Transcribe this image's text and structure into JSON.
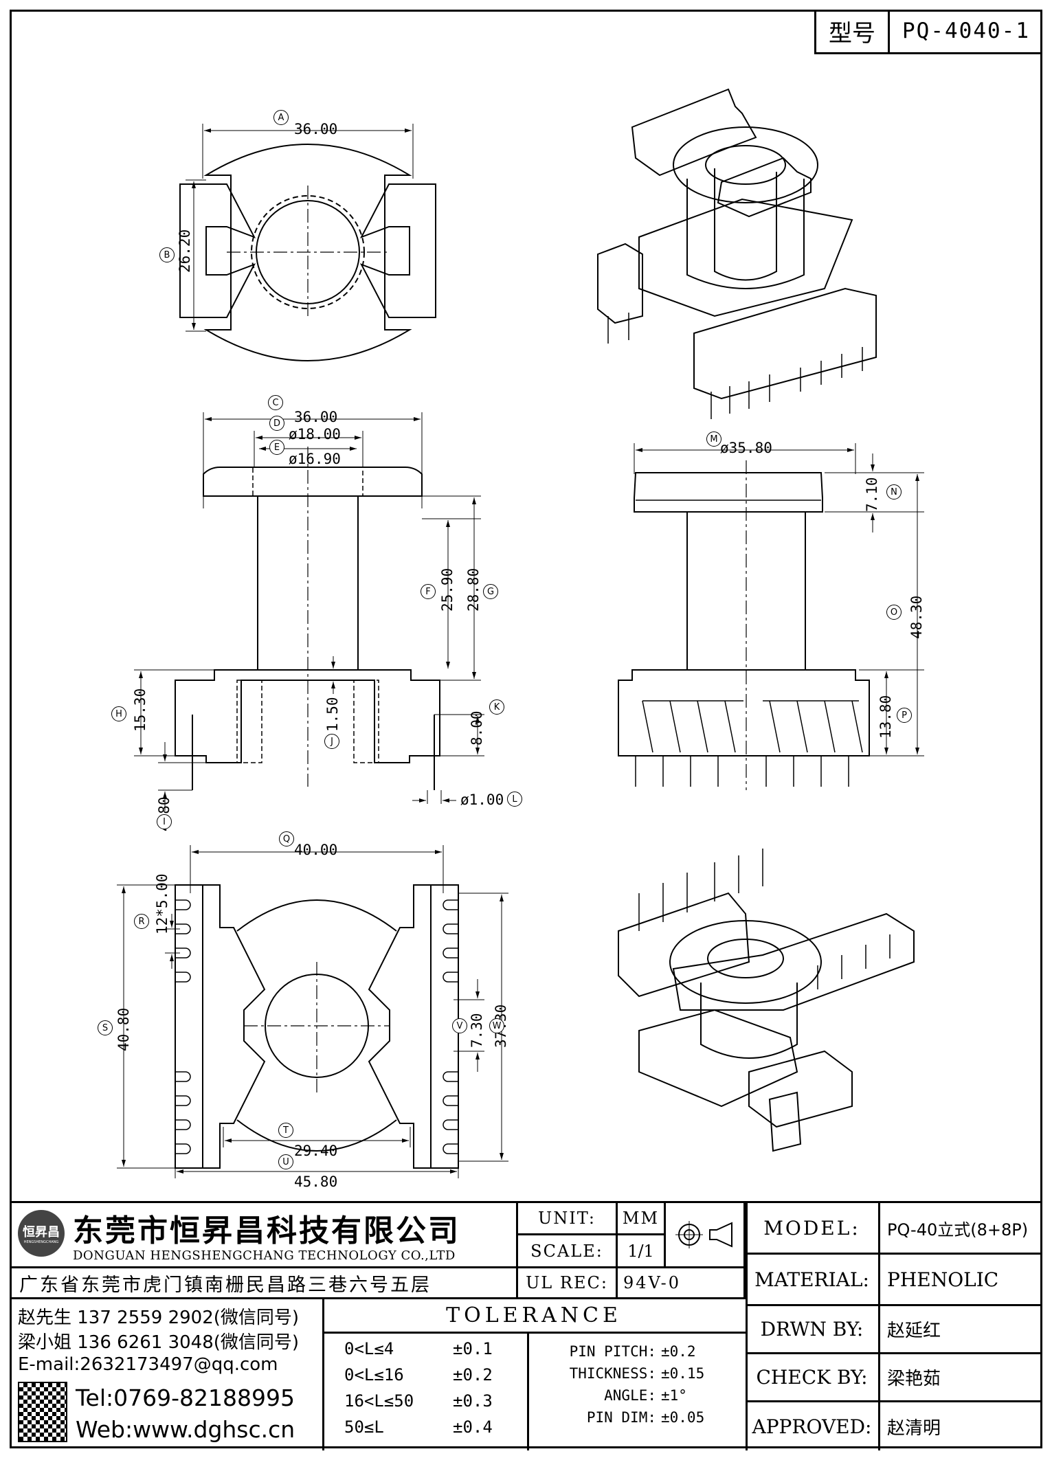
{
  "part": {
    "label": "型号",
    "number": "PQ-4040-1"
  },
  "dims": {
    "A": "36.00",
    "B": "26.20",
    "C": "36.00",
    "D": "ø18.00",
    "E": "ø16.90",
    "F": "25.90",
    "G": "28.80",
    "H": "15.30",
    "I": "4.80",
    "J": "1.50",
    "K": "8.00",
    "L": "ø1.00",
    "M": "ø35.80",
    "N": "7.10",
    "O": "48.30",
    "P": "13.80",
    "Q": "40.00",
    "R": "12*5.00",
    "S": "40.80",
    "T": "29.40",
    "U": "45.80",
    "V": "7.30",
    "W": "37.30"
  },
  "markers": {
    "A": "A",
    "B": "B",
    "C": "C",
    "D": "D",
    "E": "E",
    "F": "F",
    "G": "G",
    "H": "H",
    "I": "I",
    "J": "J",
    "K": "K",
    "L": "L",
    "M": "M",
    "N": "N",
    "O": "O",
    "P": "P",
    "Q": "Q",
    "R": "R",
    "S": "S",
    "T": "T",
    "U": "U",
    "V": "V",
    "W": "W"
  },
  "company": {
    "name_cn": "东莞市恒昇昌科技有限公司",
    "name_en": "DONGUAN HENGSHENGCHANG TECHNOLOGY CO.,LTD",
    "address": "广东省东莞市虎门镇南栅民昌路三巷六号五层",
    "logo_text": "恒昇昌",
    "logo_sub": "HENGSHENGCHANG"
  },
  "contacts": {
    "contact1": "赵先生 137 2559 2902(微信同号)",
    "contact2": "梁小姐 136 6261 3048(微信同号)",
    "email": "E-mail:2632173497@qq.com",
    "tel": "Tel:0769-82188995",
    "web": "Web:www.dghsc.cn"
  },
  "spec": {
    "unit_label": "UNIT:",
    "unit": "MM",
    "scale_label": "SCALE:",
    "scale": "1/1",
    "ulrec_label": "UL REC:",
    "ulrec": "94V-0",
    "model_label": "MODEL:",
    "model": "PQ-40立式(8+8P)",
    "material_label": "MATERIAL:",
    "material": "PHENOLIC",
    "drawn_label": "DRWN BY:",
    "drawn": "赵延红",
    "check_label": "CHECK BY:",
    "check": "梁艳茹",
    "approved_label": "APPROVED:",
    "approved": "赵清明"
  },
  "tolerance": {
    "title": "TOLERANCE",
    "rows": [
      {
        "range": "0<L≤4",
        "tol": "±0.1"
      },
      {
        "range": "0<L≤16",
        "tol": "±0.2"
      },
      {
        "range": "16<L≤50",
        "tol": "±0.3"
      },
      {
        "range": "50≤L",
        "tol": "±0.4"
      }
    ],
    "pins": [
      {
        "label": "PIN PITCH:",
        "tol": "±0.2"
      },
      {
        "label": "THICKNESS:",
        "tol": "±0.15"
      },
      {
        "label": "ANGLE:",
        "tol": "±1°"
      },
      {
        "label": "PIN DIM:",
        "tol": "±0.05"
      }
    ]
  }
}
